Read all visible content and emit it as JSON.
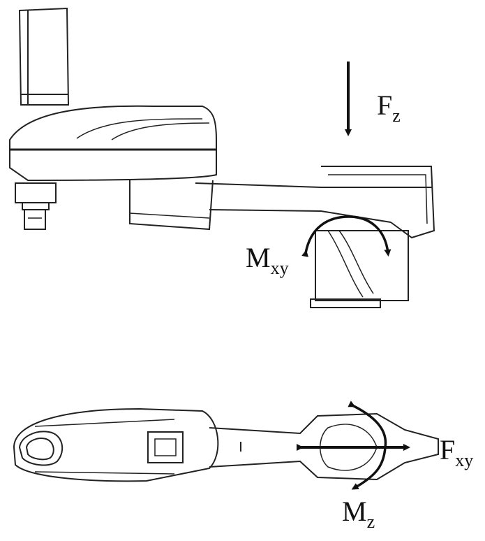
{
  "labels": {
    "fz": {
      "main": "F",
      "sub": "z"
    },
    "mxy": {
      "main": "M",
      "sub": "xy"
    },
    "fxy": {
      "main": "F",
      "sub": "xy"
    },
    "mz": {
      "main": "M",
      "sub": "z"
    }
  },
  "colors": {
    "ink": "#111111",
    "paper": "#ffffff"
  }
}
